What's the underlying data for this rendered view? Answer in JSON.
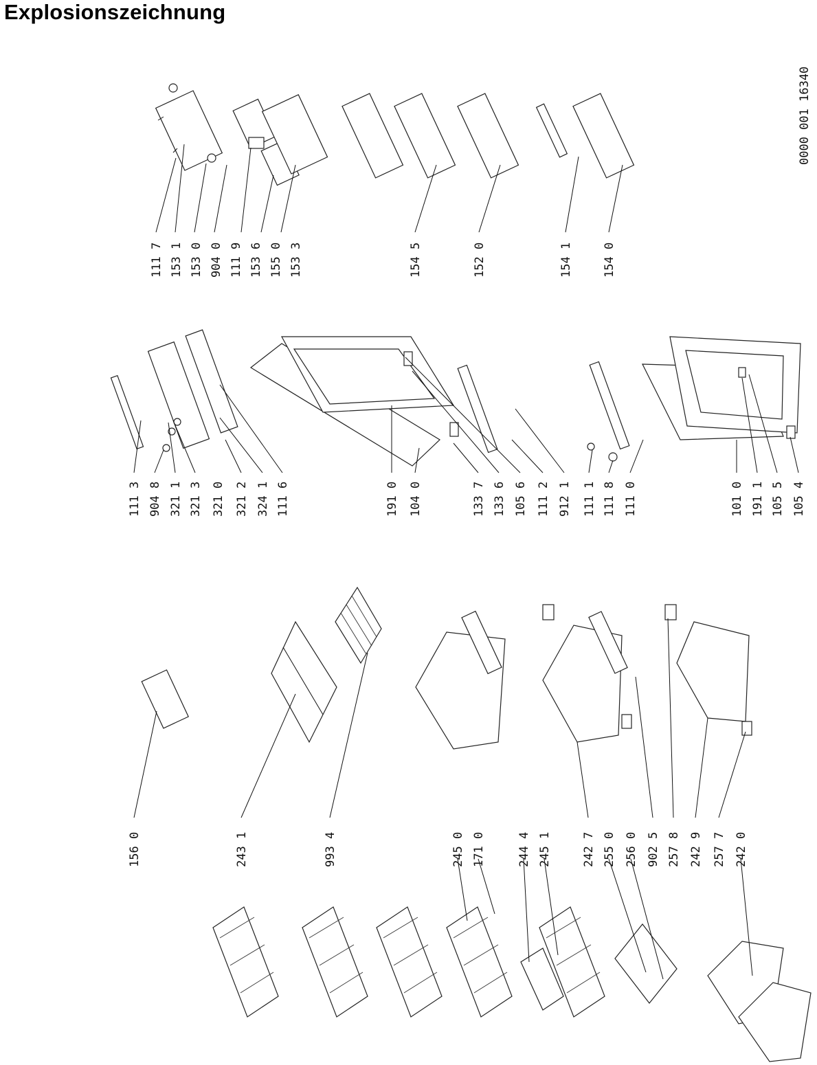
{
  "title": "Explosionszeichnung",
  "drawing_number": "0000 001 16340",
  "groups": [
    {
      "name": "right-top",
      "labels": [
        "111 7",
        "153 1",
        "153 0",
        "904 0",
        "111 9",
        "153 6",
        "155 0",
        "153 3"
      ]
    },
    {
      "name": "right-bins",
      "labels": [
        "154 5",
        "152 0",
        "154 1",
        "154 0"
      ]
    },
    {
      "name": "center-upper",
      "labels": [
        "111 3",
        "904 8",
        "321 1",
        "321 3",
        "321 0",
        "321 2",
        "324 1",
        "111 6"
      ]
    },
    {
      "name": "center-middle",
      "labels": [
        "191 0",
        "104 0",
        "133 7",
        "133 6",
        "105 6",
        "111 2",
        "912 1",
        "111 1",
        "111 8",
        "111 0"
      ]
    },
    {
      "name": "center-lower",
      "labels": [
        "101 0",
        "191 1",
        "105 5",
        "105 4"
      ]
    },
    {
      "name": "left-single",
      "labels": [
        "156 0",
        "243 1",
        "993 4"
      ]
    },
    {
      "name": "left-lower",
      "labels": [
        "245 0",
        "171 0",
        "244 4",
        "245 1",
        "242 7",
        "255 0",
        "256 0",
        "902 5",
        "257 8",
        "242 9",
        "257 7",
        "242 0"
      ]
    }
  ]
}
